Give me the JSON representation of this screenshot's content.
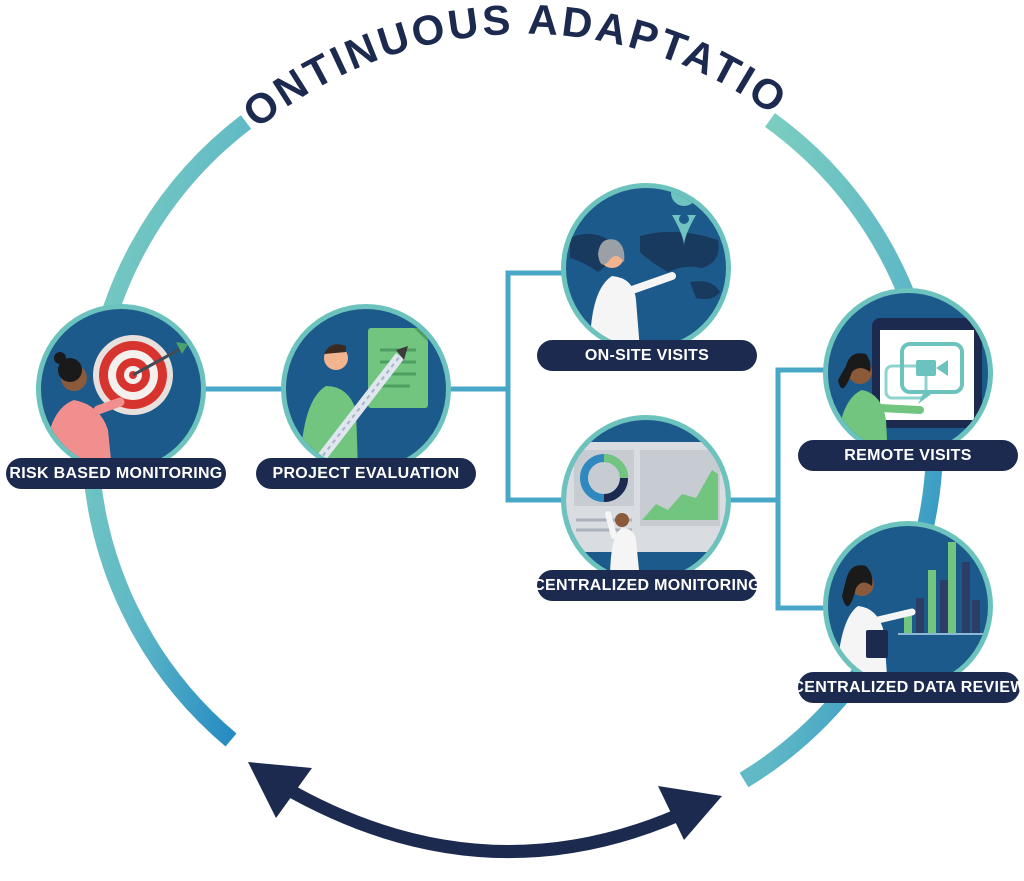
{
  "title": "CONTINUOUS ADAPTATION",
  "nodes": {
    "risk_based_monitoring": "RISK BASED MONITORING",
    "project_evaluation": "PROJECT EVALUATION",
    "on_site_visits": "ON-SITE VISITS",
    "centralized_monitoring": "CENTRALIZED MONITORING",
    "remote_visits": "REMOTE VISITS",
    "centralized_data_review": "CENTRALIZED DATA REVIEW"
  },
  "colors": {
    "navy": "#1b2a4e",
    "circle_fill": "#1d5a8c",
    "teal": "#6cc3bd",
    "blue": "#2f88bf",
    "connector": "#48a7c7"
  },
  "icons": {
    "risk_based_monitoring": "target-icon",
    "project_evaluation": "document-pencil-icon",
    "on_site_visits": "world-map-pin-icon",
    "centralized_monitoring": "dashboard-icon",
    "remote_visits": "video-call-icon",
    "centralized_data_review": "bar-chart-icon"
  }
}
